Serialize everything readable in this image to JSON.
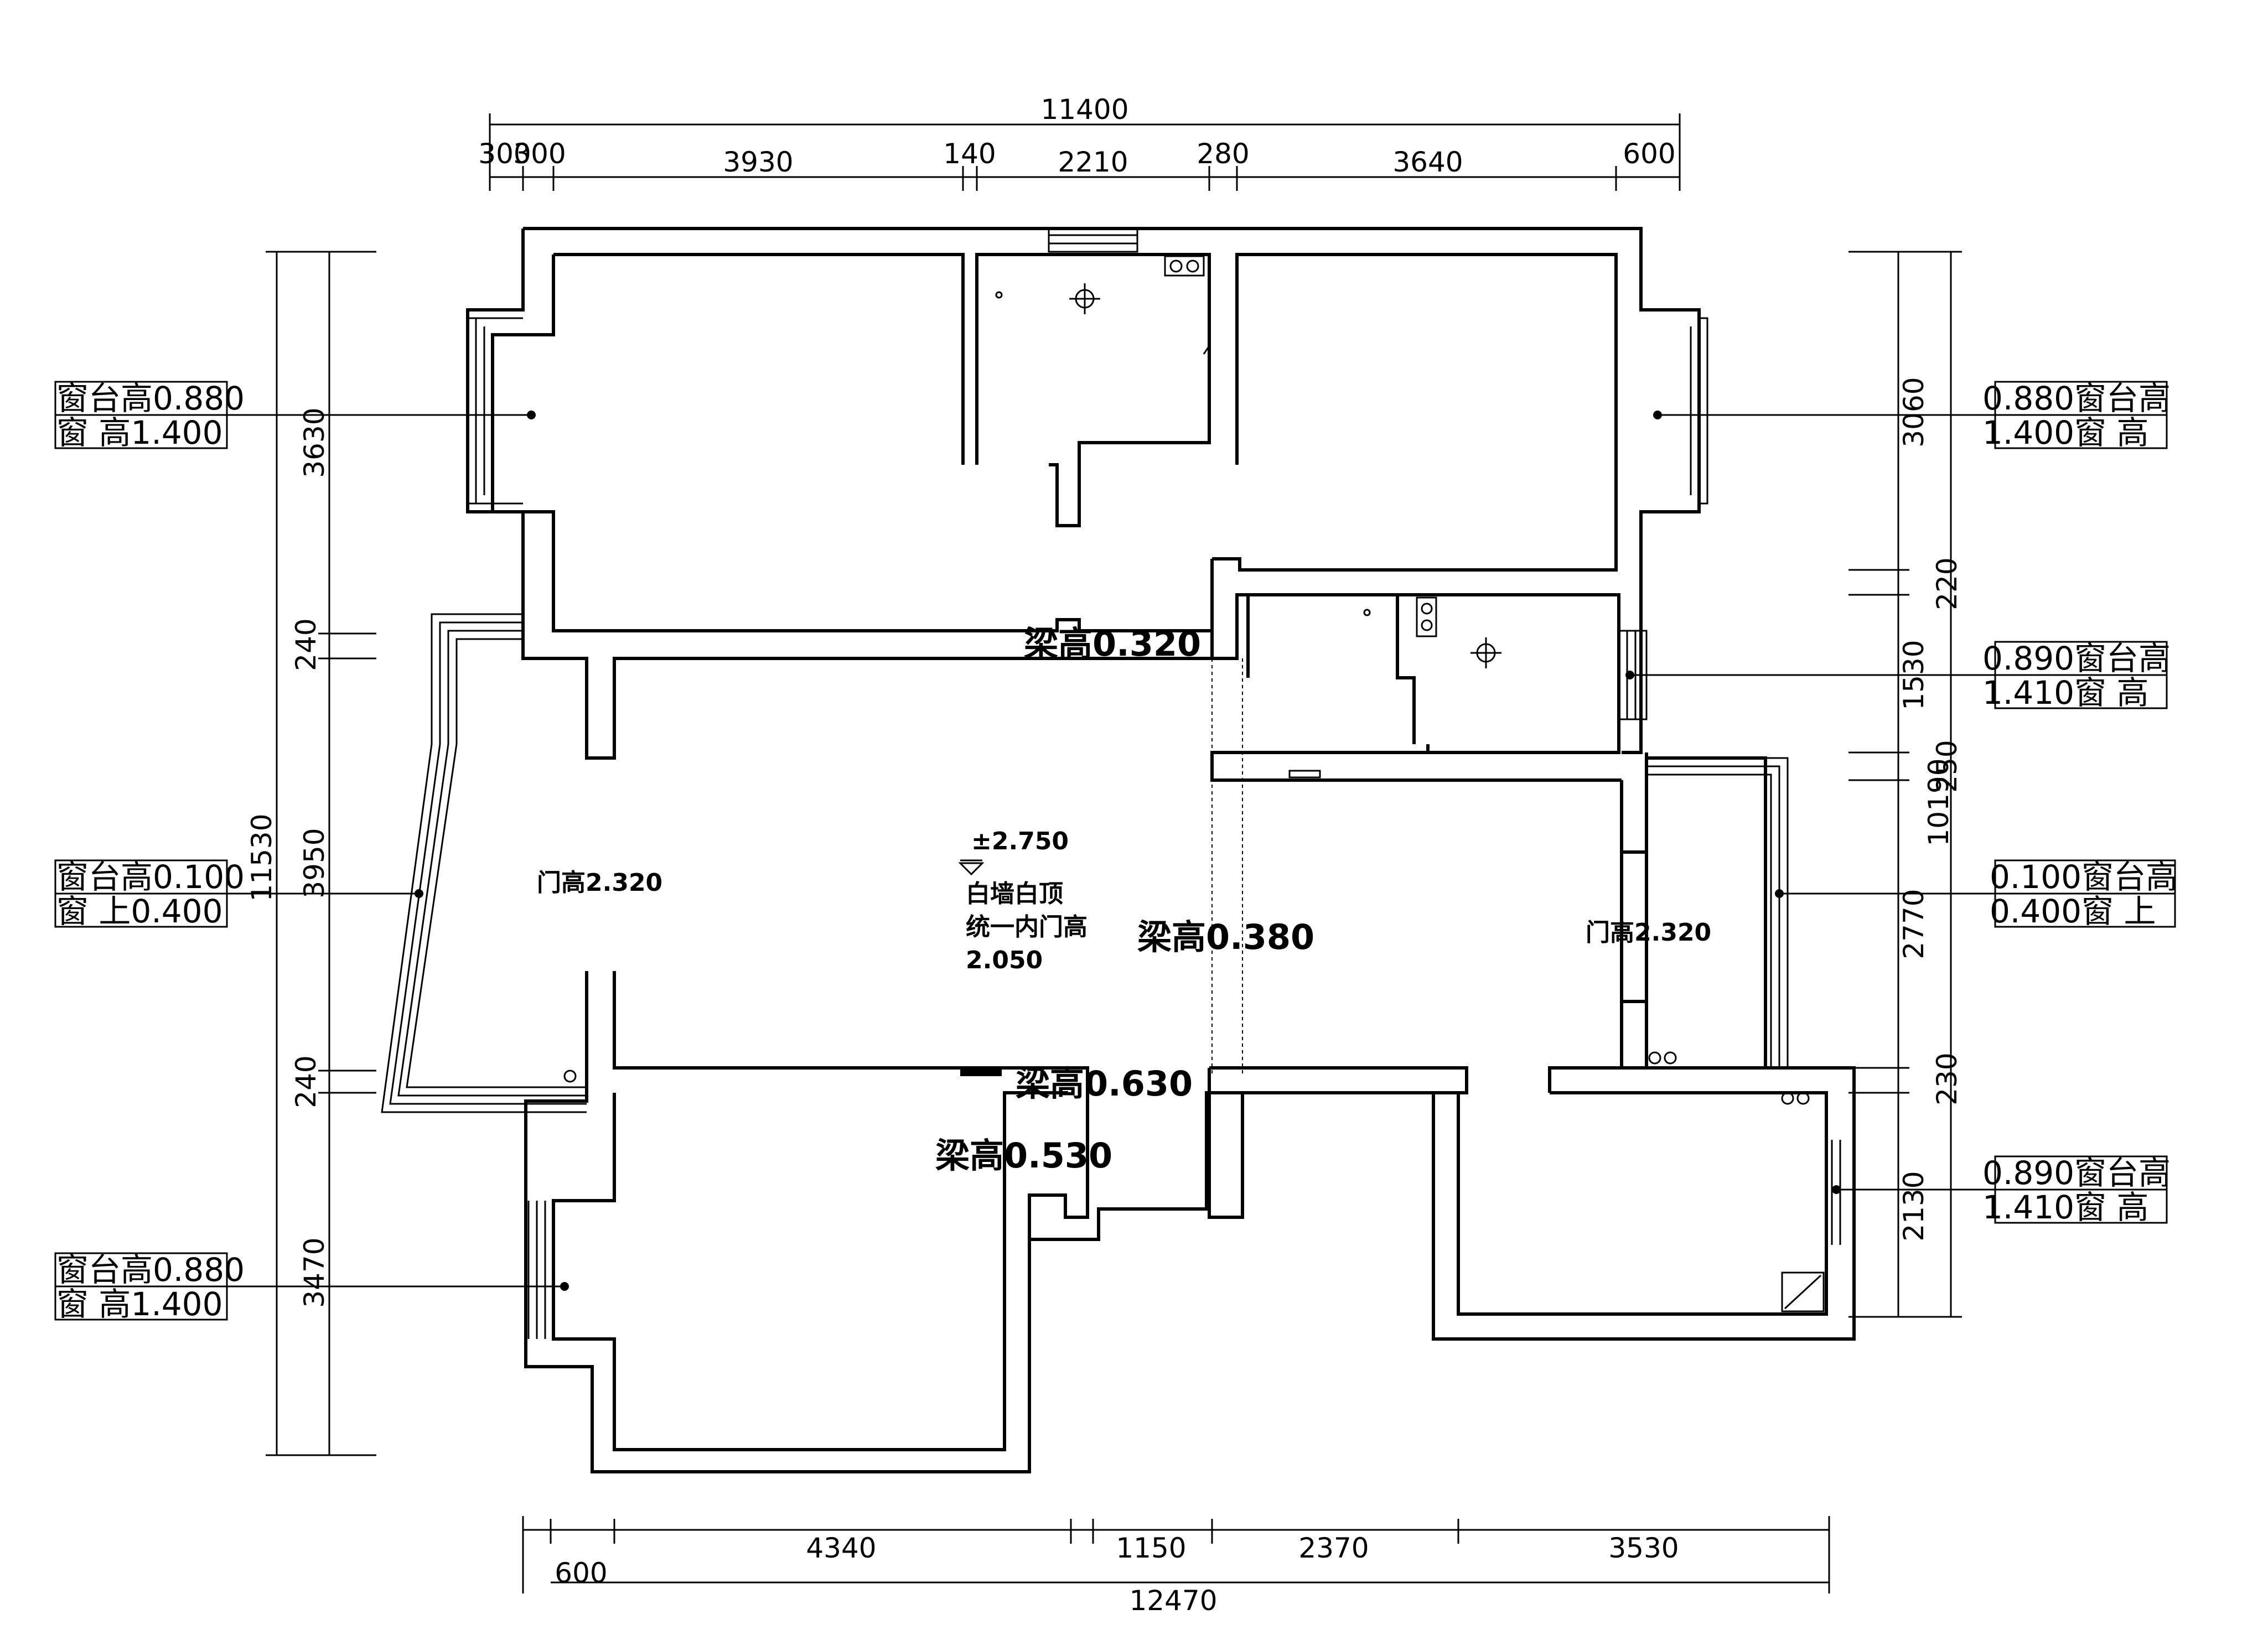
{
  "dimensions": {
    "top_total": "11400",
    "top_segments": [
      "300",
      "300",
      "3930",
      "140",
      "2210",
      "280",
      "3640",
      "600"
    ],
    "bottom_total": "12470",
    "bottom_segments": [
      "600",
      "4340",
      "1150",
      "2370",
      "3530"
    ],
    "left_total": "11530",
    "left_segments": [
      "3630",
      "240",
      "3950",
      "240",
      "3470"
    ],
    "right_total": "10190",
    "right_segments": [
      "3060",
      "220",
      "1530",
      "250",
      "2770",
      "230",
      "2130"
    ]
  },
  "windows_left": [
    {
      "sill": "窗台高0.880",
      "height": "窗  高1.400"
    },
    {
      "sill": "窗台高0.100",
      "height": "窗  上0.400"
    },
    {
      "sill": "窗台高0.880",
      "height": "窗  高1.400"
    }
  ],
  "windows_right": [
    {
      "sill": "0.880窗台高",
      "height": "1.400窗  高"
    },
    {
      "sill": "0.890窗台高",
      "height": "1.410窗  高"
    },
    {
      "sill": "0.100窗台高",
      "height": "0.400窗  上"
    },
    {
      "sill": "0.890窗台高",
      "height": "1.410窗  高"
    }
  ],
  "beams": [
    "梁高0.320",
    "梁高0.380",
    "梁高0.630",
    "梁高0.530"
  ],
  "door_heights": [
    "门高2.320",
    "门高2.320"
  ],
  "center_note": {
    "level": "±2.750",
    "line1": "白墙白顶",
    "line2": "统一内门高",
    "line3": "2.050"
  }
}
